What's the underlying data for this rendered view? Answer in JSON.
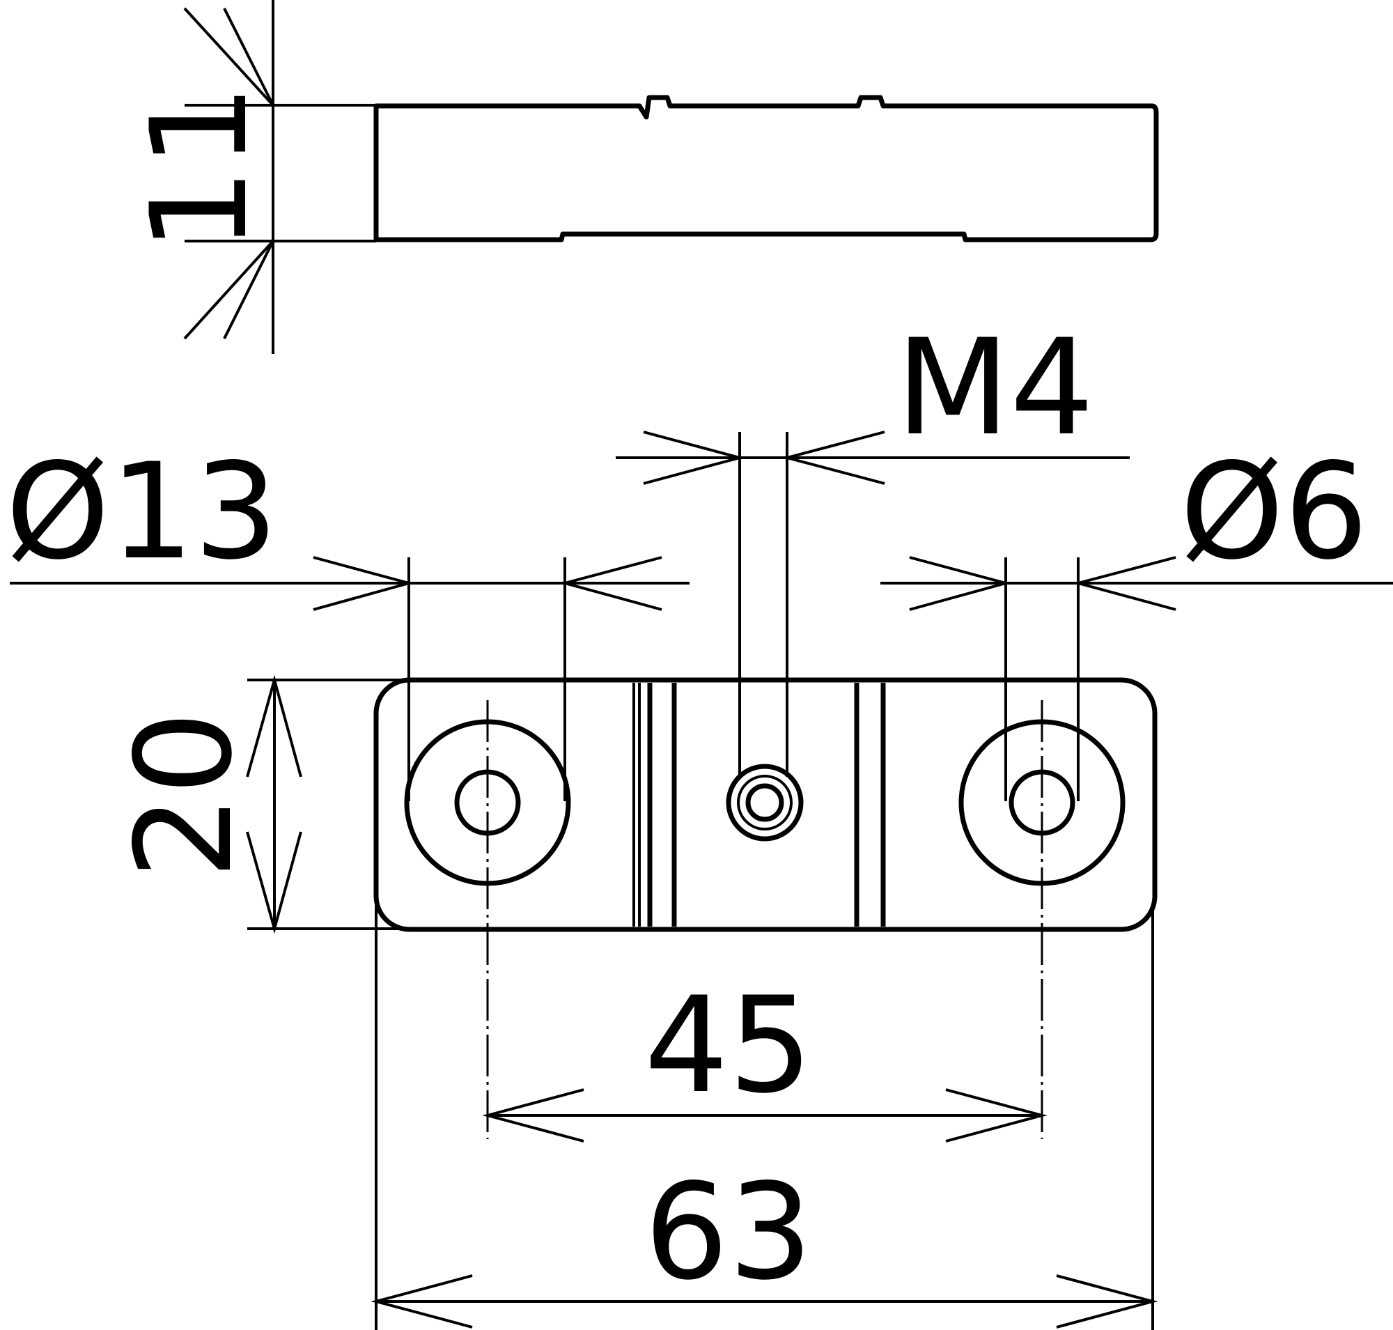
{
  "drawing": {
    "type": "technical-dimension-drawing",
    "side_view": {
      "thickness_label": "11"
    },
    "top_view": {
      "hole_large_diameter_label": "Ø13",
      "thread_label": "M4",
      "hole_small_diameter_label": "Ø6",
      "width_label": "20",
      "hole_spacing_label": "45",
      "overall_length_label": "63"
    },
    "colors": {
      "line": "#000000",
      "background": "#ffffff"
    }
  }
}
